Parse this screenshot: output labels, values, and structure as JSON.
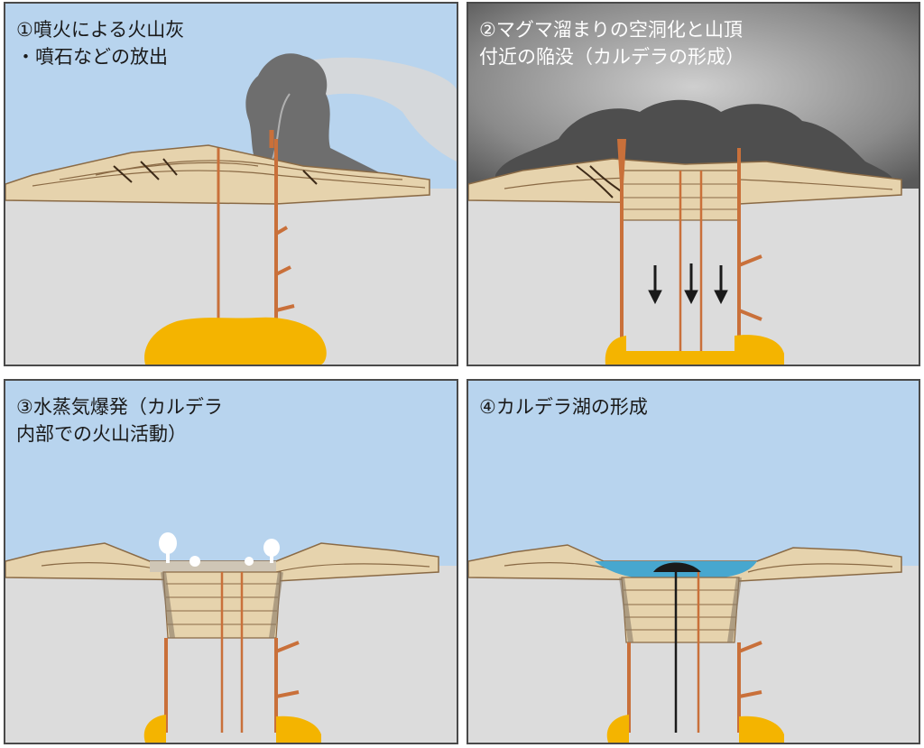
{
  "panels": [
    {
      "caption_line1": "①噴火による火山灰",
      "caption_line2": "・噴石などの放出"
    },
    {
      "caption_line1": "②マグマ溜まりの空洞化と山頂",
      "caption_line2": "付近の陥没（カルデラの形成）"
    },
    {
      "caption_line1": "③水蒸気爆発（カルデラ",
      "caption_line2": "内部での火山活動）"
    },
    {
      "caption_line1": "④カルデラ湖の形成",
      "caption_line2": ""
    }
  ],
  "colors": {
    "sky": "#b8d4ee",
    "ground": "#dcdcdc",
    "strata": "#e6d3ad",
    "strata_line": "#8a6a45",
    "magma": "#f4b400",
    "conduit": "#c9703a",
    "smoke": "#6e6e6e",
    "lake": "#47a7cf",
    "border": "#4a4a4a"
  },
  "icons": {
    "arrow": "down-arrow-icon",
    "steam": "steam-plume-icon"
  }
}
